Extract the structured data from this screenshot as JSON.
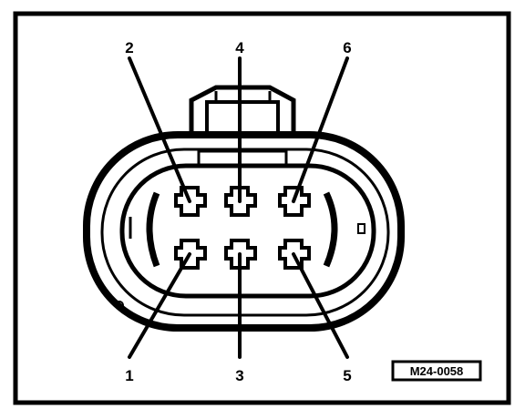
{
  "diagram": {
    "pins": [
      {
        "number": "1",
        "row": "bottom",
        "column": 1
      },
      {
        "number": "2",
        "row": "top",
        "column": 1
      },
      {
        "number": "3",
        "row": "bottom",
        "column": 2
      },
      {
        "number": "4",
        "row": "top",
        "column": 2
      },
      {
        "number": "5",
        "row": "bottom",
        "column": 3
      },
      {
        "number": "6",
        "row": "top",
        "column": 3
      }
    ],
    "reference_code": "M24-0058",
    "colors": {
      "ink": "#000000",
      "background": "#ffffff"
    }
  }
}
